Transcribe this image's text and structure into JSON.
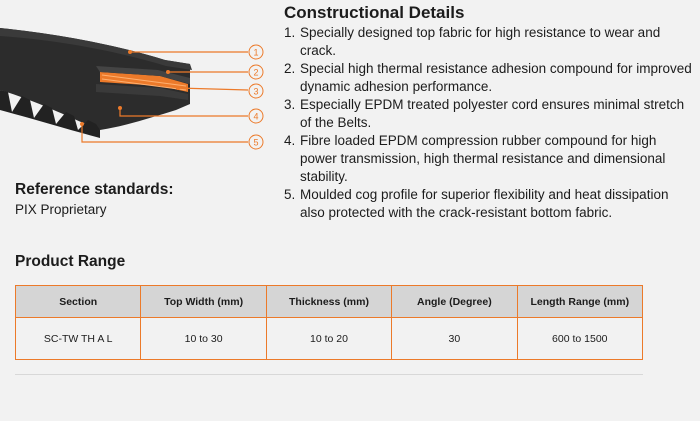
{
  "figure": {
    "callouts": [
      "1",
      "2",
      "3",
      "4",
      "5"
    ]
  },
  "colors": {
    "accent": "#ec7a2a",
    "belt": "#2c2c2c",
    "header_bg": "#d5d5d5"
  },
  "constructional": {
    "title": "Constructional Details",
    "items": [
      {
        "num": "1.",
        "text": "Specially designed top fabric for high resistance to wear and crack."
      },
      {
        "num": "2.",
        "text": "Special high thermal resistance adhesion compound for improved dynamic adhesion performance."
      },
      {
        "num": "3.",
        "text": "Especially EPDM treated polyester cord ensures minimal stretch of the Belts."
      },
      {
        "num": "4.",
        "text": "Fibre loaded EPDM compression rubber compound for high power transmission, high thermal resistance and dimensional stability."
      },
      {
        "num": "5.",
        "text": "Moulded cog profile for superior flexibility and heat dissipation also protected with the crack-resistant bottom fabric."
      }
    ]
  },
  "reference": {
    "title": "Reference standards:",
    "value": "PIX Proprietary"
  },
  "product_range": {
    "title": "Product Range",
    "headers": [
      "Section",
      "Top Width (mm)",
      "Thickness (mm)",
      "Angle (Degree)",
      "Length Range (mm)"
    ],
    "rows": [
      [
        "SC-TW TH A L",
        "10 to 30",
        "10 to 20",
        "30",
        "600 to 1500"
      ]
    ]
  }
}
